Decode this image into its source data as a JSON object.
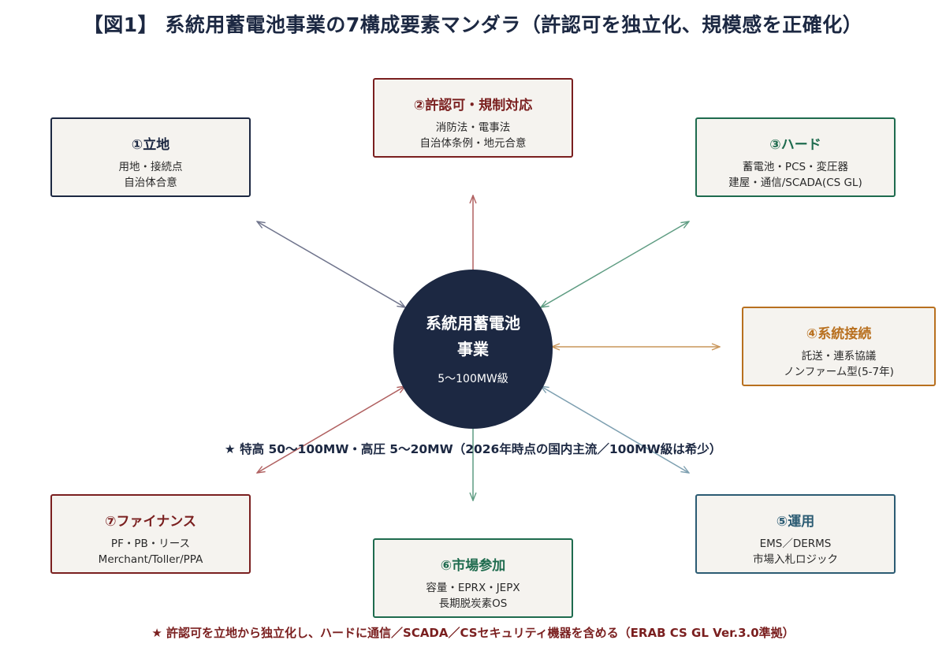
{
  "title": "【図1】 系統用蓄電池事業の7構成要素マンダラ（許認可を独立化、規模感を正確化）",
  "hub": {
    "line1": "系統用蓄電池",
    "line2": "事業",
    "sub": "5〜100MW級",
    "color": "#1c2842"
  },
  "elements": [
    {
      "title": "①立地",
      "lines": [
        "用地・接続点",
        "自治体合意"
      ],
      "color": "#1c2842"
    },
    {
      "title": "②許認可・規制対応",
      "lines": [
        "消防法・電事法",
        "自治体条例・地元合意"
      ],
      "color": "#7a1f1f"
    },
    {
      "title": "③ハード",
      "lines": [
        "蓄電池・PCS・変圧器",
        "建屋・通信/SCADA(CS GL)"
      ],
      "color": "#1e6b4e"
    },
    {
      "title": "④系統接続",
      "lines": [
        "託送・連系協議",
        "ノンファーム型(5-7年)"
      ],
      "color": "#b8701f"
    },
    {
      "title": "⑤運用",
      "lines": [
        "EMS／DERMS",
        "市場入札ロジック"
      ],
      "color": "#2b5b73"
    },
    {
      "title": "⑥市場参加",
      "lines": [
        "容量・EPRX・JEPX",
        "長期脱炭素OS"
      ],
      "color": "#1e6b4e"
    },
    {
      "title": "⑦ファイナンス",
      "lines": [
        "PF・PB・リース",
        "Merchant/Toller/PPA"
      ],
      "color": "#7a1f1f"
    }
  ],
  "notes": {
    "scale": "★ 特高 50〜100MW・高圧 5〜20MW（2026年時点の国内主流／100MW級は希少）",
    "footer": "★ 許認可を立地から独立化し、ハードに通信／SCADA／CSセキュリティ機器を含める（ERAB CS GL Ver.3.0準拠）"
  }
}
